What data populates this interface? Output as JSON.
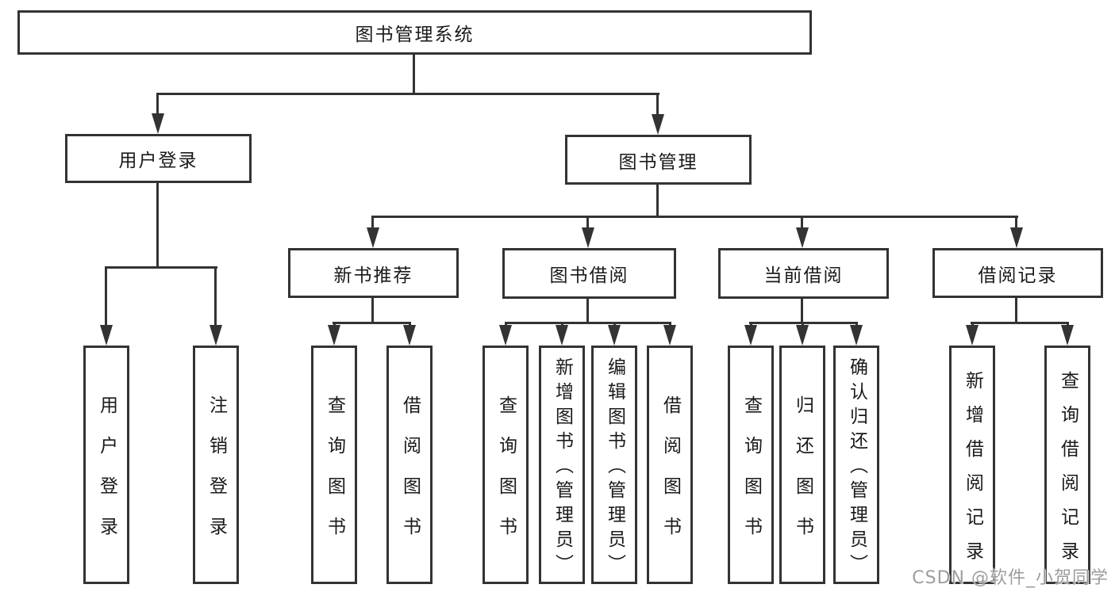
{
  "tree": {
    "root": {
      "label": "图书管理系统"
    },
    "branches": [
      {
        "label": "用户登录",
        "children": [
          {
            "label": "用户登录"
          },
          {
            "label": "注销登录"
          }
        ]
      },
      {
        "label": "图书管理",
        "children": [
          {
            "label": "新书推荐",
            "children": [
              {
                "label": "查询图书"
              },
              {
                "label": "借阅图书"
              }
            ]
          },
          {
            "label": "图书借阅",
            "children": [
              {
                "label": "查询图书"
              },
              {
                "label": "新增图书（管理员）"
              },
              {
                "label": "编辑图书（管理员）"
              },
              {
                "label": "借阅图书"
              }
            ]
          },
          {
            "label": "当前借阅",
            "children": [
              {
                "label": "查询图书"
              },
              {
                "label": "归还图书"
              },
              {
                "label": "确认归还（管理员）"
              }
            ]
          },
          {
            "label": "借阅记录",
            "children": [
              {
                "label": "新增借阅记录"
              },
              {
                "label": "查询借阅记录"
              }
            ]
          }
        ]
      }
    ]
  },
  "watermark": {
    "text": "CSDN @软件_小贺同学"
  },
  "colors": {
    "line": "#333333",
    "text": "#1a1a1a",
    "background": "#ffffff",
    "watermark": "#9d9d9d"
  }
}
